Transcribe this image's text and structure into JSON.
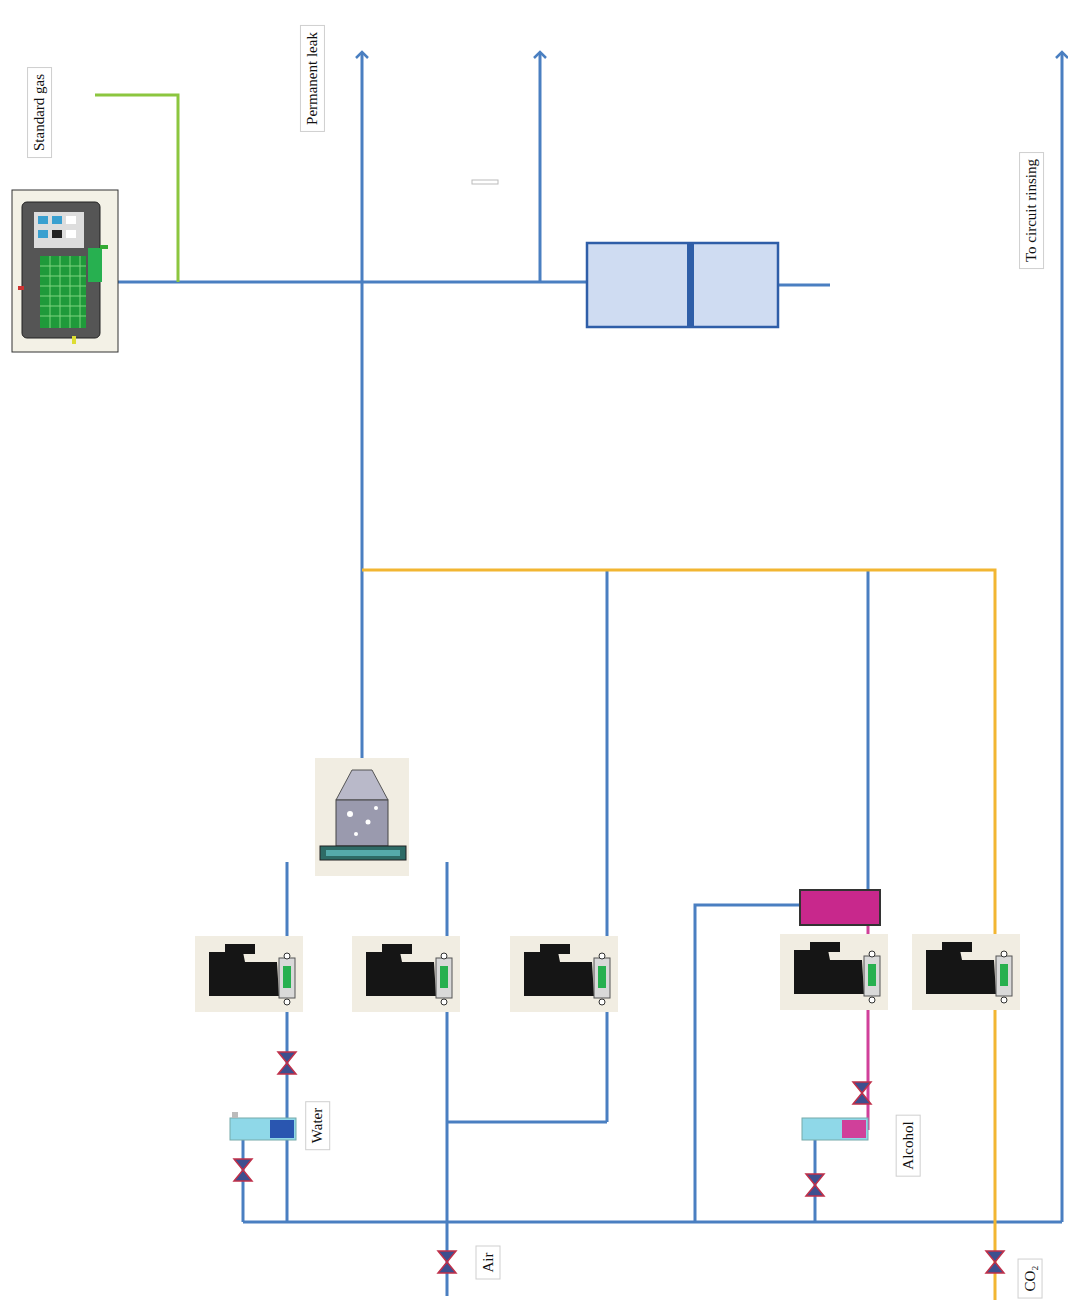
{
  "diagram": {
    "labels": [
      "Standard gas",
      "Permanent leak",
      "To circuit rinsing",
      "Water",
      "Alcohol",
      "Air",
      "CO₂"
    ]
  }
}
